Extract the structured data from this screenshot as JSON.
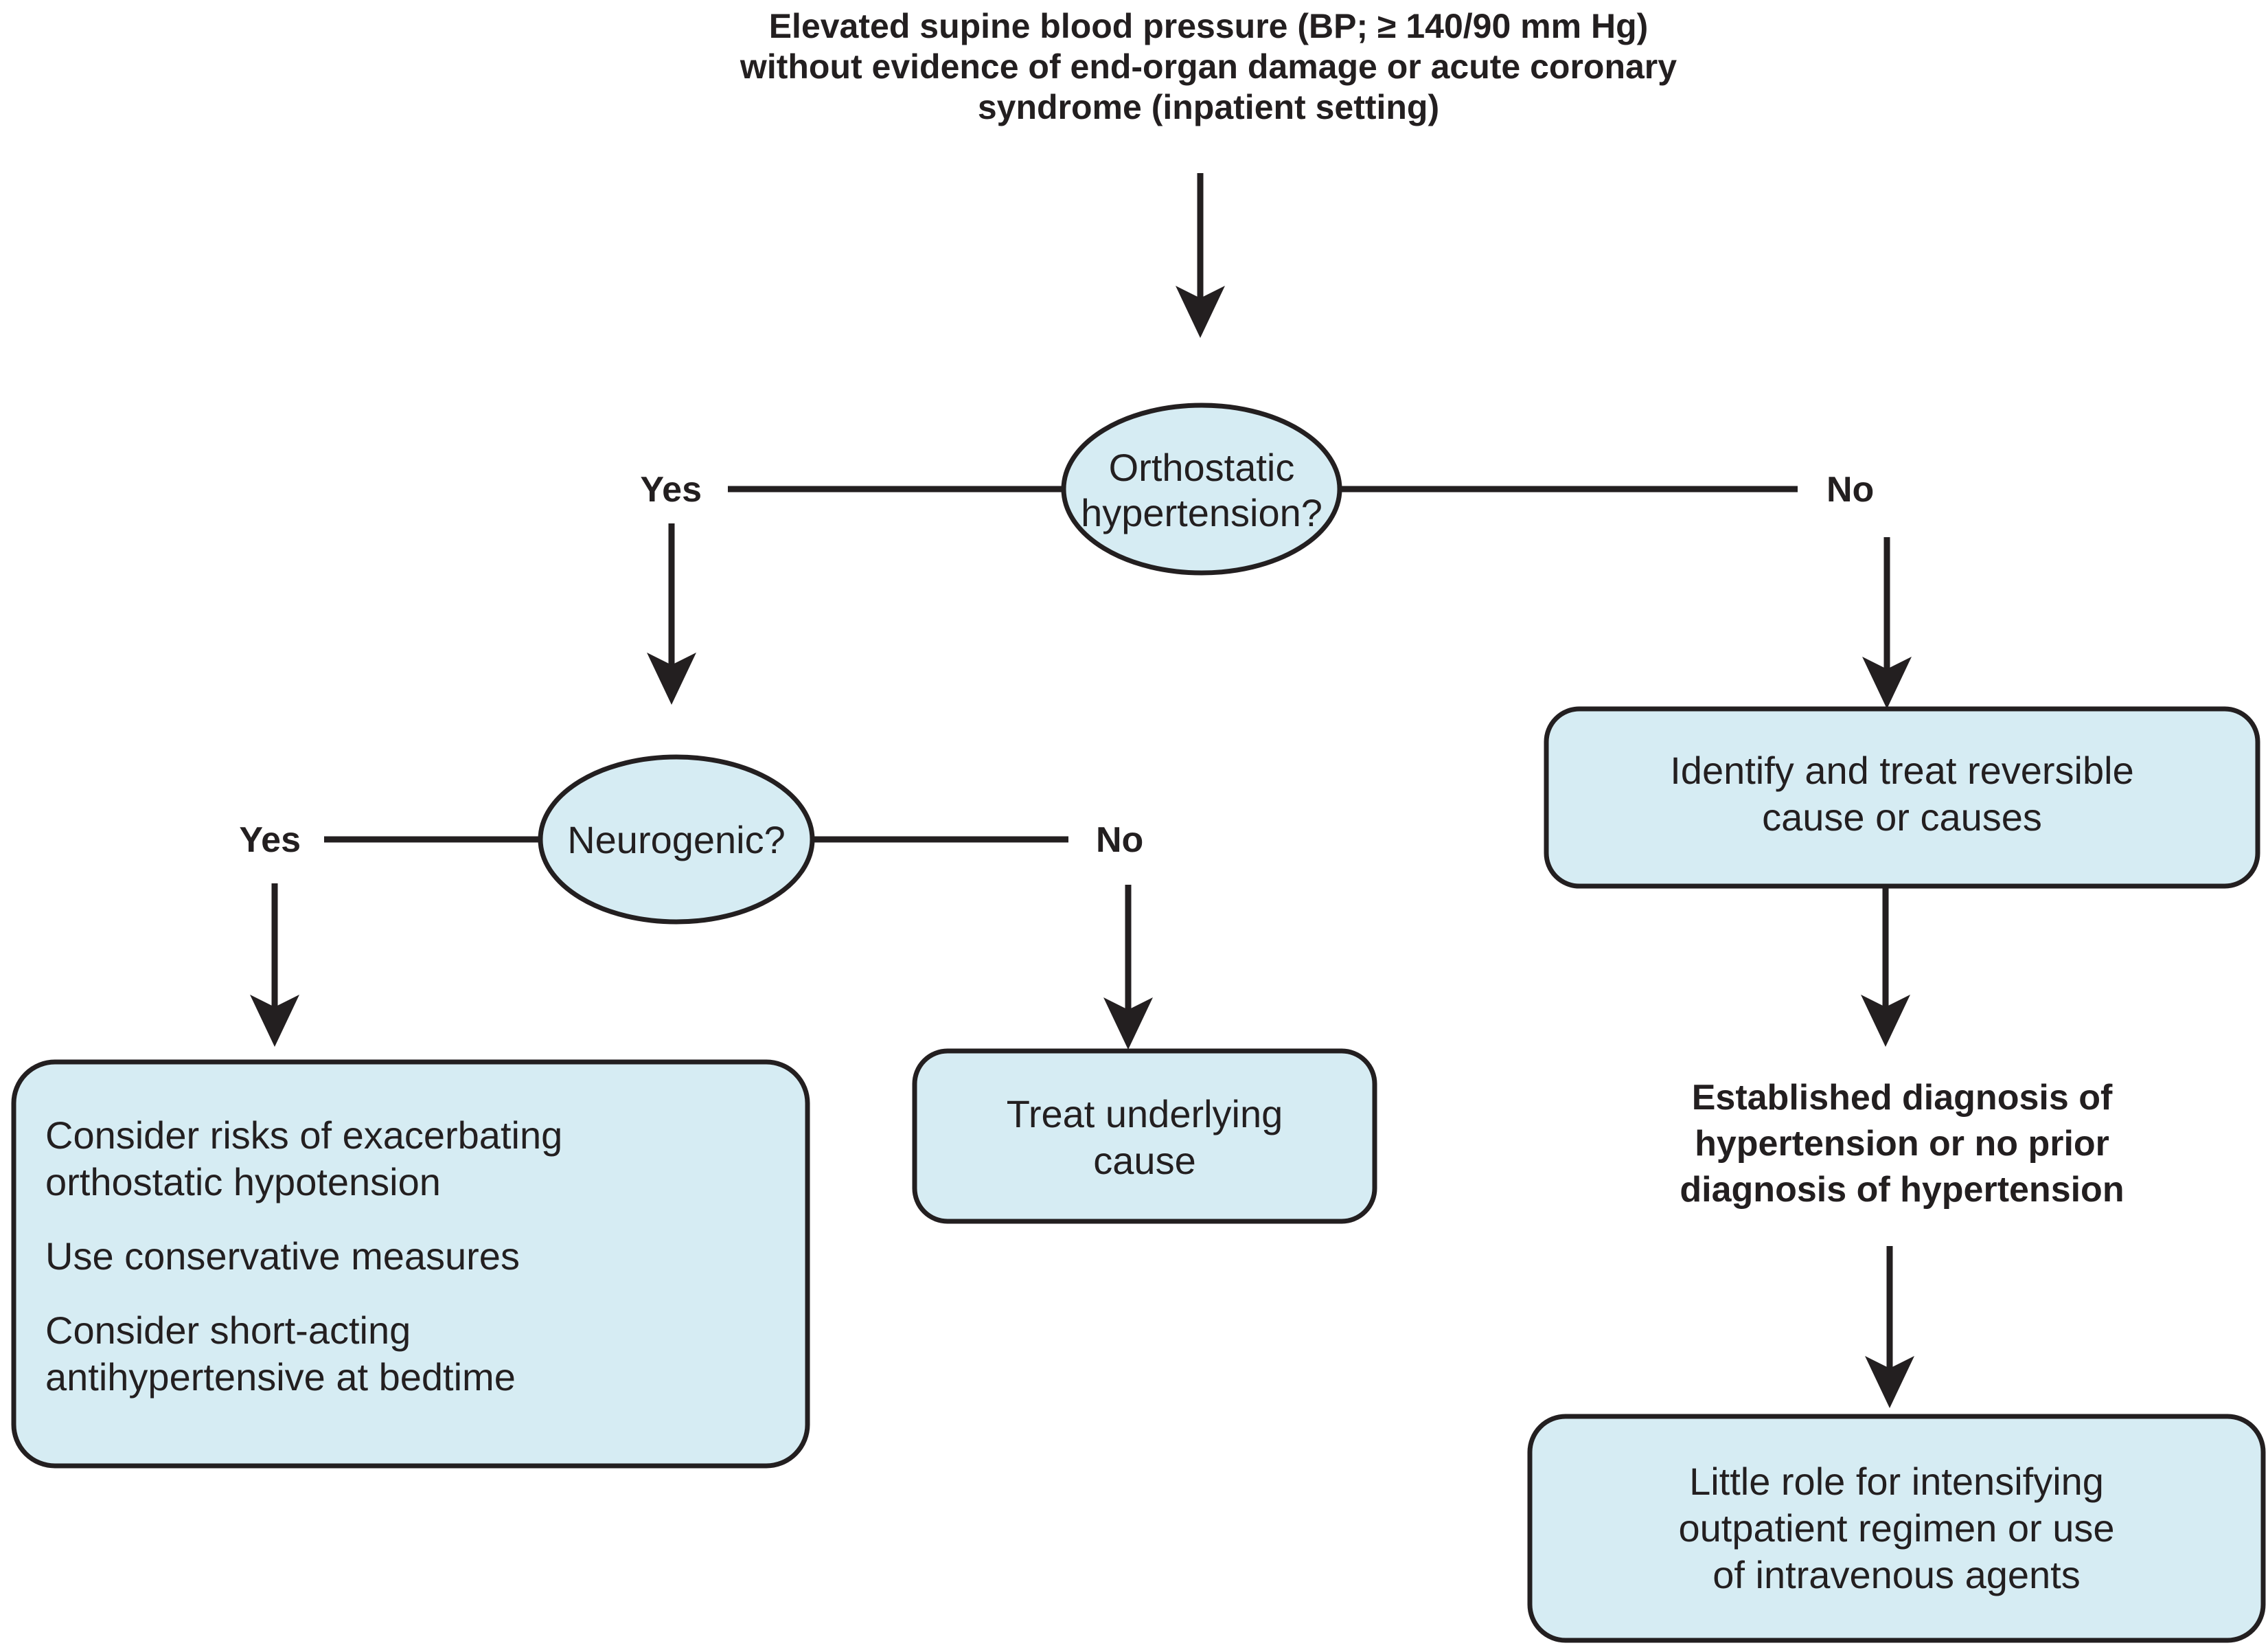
{
  "diagram": {
    "type": "clinical-decision-flowchart",
    "colors": {
      "node_fill": "#d6ecf3",
      "stroke": "#231f20",
      "background": "#ffffff",
      "text": "#231f20"
    },
    "title": {
      "line1": "Elevated supine blood pressure (BP; ≥ 140/90 mm Hg)",
      "line2": "without evidence of end-organ damage or acute coronary",
      "line3": "syndrome (inpatient setting)"
    },
    "decisions": {
      "orthostatic": {
        "line1": "Orthostatic",
        "line2": "hypertension?",
        "yes_label": "Yes",
        "no_label": "No"
      },
      "neurogenic": {
        "line1": "Neurogenic?",
        "yes_label": "Yes",
        "no_label": "No"
      }
    },
    "outcomes": {
      "conservative": {
        "para1_line1": "Consider risks of exacerbating",
        "para1_line2": "orthostatic hypotension",
        "para2_line1": "Use conservative measures",
        "para3_line1": "Consider short-acting",
        "para3_line2": "antihypertensive at bedtime"
      },
      "treat_cause": {
        "line1": "Treat underlying",
        "line2": "cause"
      },
      "identify_reversible": {
        "line1": "Identify and treat reversible",
        "line2": "cause or causes"
      },
      "established_dx": {
        "line1": "Established diagnosis of",
        "line2": "hypertension or no prior",
        "line3": "diagnosis of hypertension"
      },
      "little_role": {
        "line1": "Little role for intensifying",
        "line2": "outpatient regimen or use",
        "line3": "of intravenous agents"
      }
    }
  }
}
